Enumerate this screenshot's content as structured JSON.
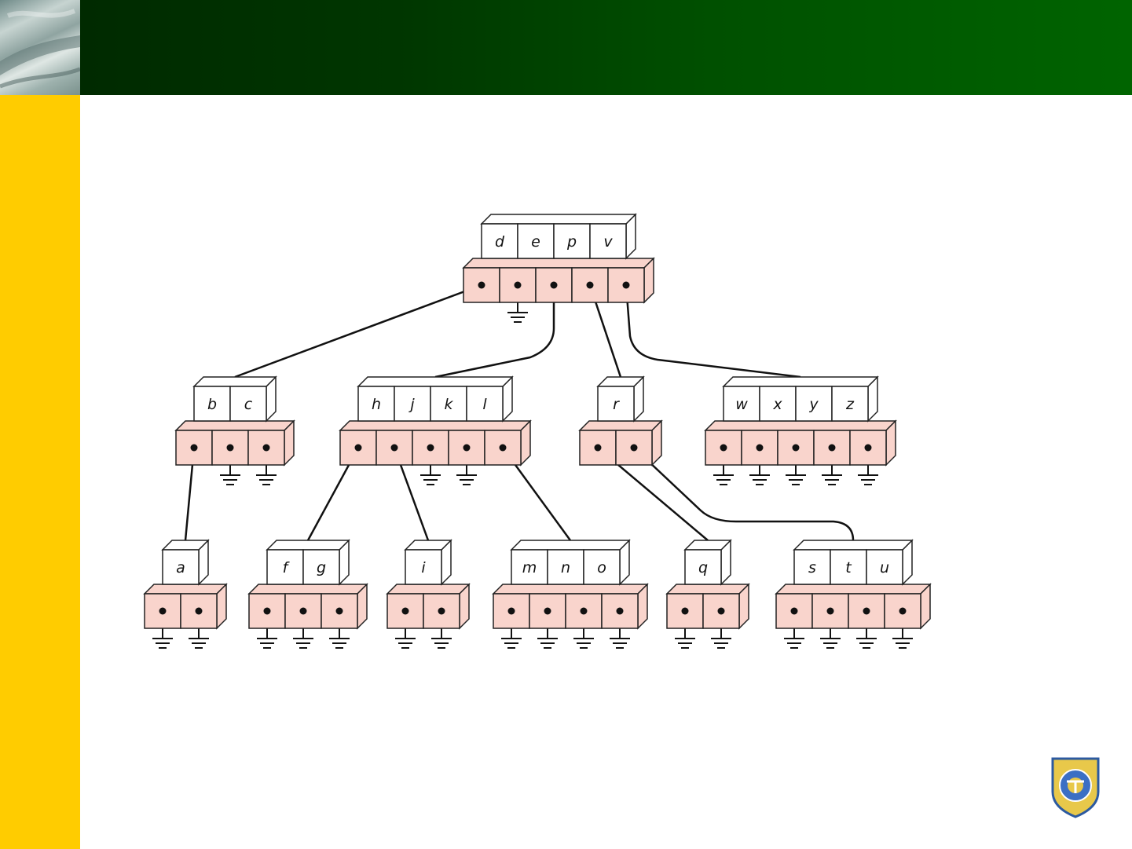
{
  "colors": {
    "header_start": "#002a00",
    "header_end": "#006400",
    "sidebar": "#ffcc00",
    "pointer_fill": "#f9d4cc",
    "key_fill": "#ffffff"
  },
  "tree": {
    "root": {
      "keys": [
        "d",
        "e",
        "p",
        "v"
      ],
      "children": [
        {
          "keys": [
            "b",
            "c"
          ],
          "children": [
            {
              "keys": [
                "a"
              ]
            },
            null,
            null
          ]
        },
        null,
        {
          "keys": [
            "h",
            "j",
            "k",
            "l"
          ],
          "children": [
            {
              "keys": [
                "f",
                "g"
              ]
            },
            {
              "keys": [
                "i"
              ]
            },
            null,
            null,
            {
              "keys": [
                "m",
                "n",
                "o"
              ]
            }
          ]
        },
        {
          "keys": [
            "r"
          ],
          "children": [
            {
              "keys": [
                "q"
              ]
            },
            {
              "keys": [
                "s",
                "t",
                "u"
              ]
            }
          ]
        },
        {
          "keys": [
            "w",
            "x",
            "y",
            "z"
          ],
          "children": [
            null,
            null,
            null,
            null,
            null
          ]
        }
      ]
    }
  },
  "icons": {
    "logo": "university-crest-icon"
  }
}
